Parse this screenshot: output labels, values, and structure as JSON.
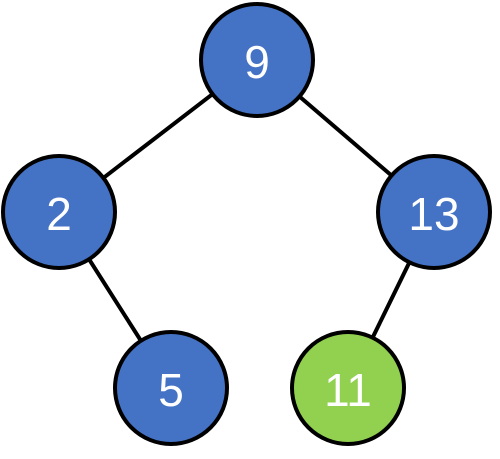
{
  "colors": {
    "default_node": "#4472C4",
    "highlight_node": "#92D050",
    "edge": "#000000",
    "label": "#FFFFFF"
  },
  "tree": {
    "nodes": [
      {
        "id": "n9",
        "label": "9",
        "color": "#4472C4",
        "highlighted": false
      },
      {
        "id": "n2",
        "label": "2",
        "color": "#4472C4",
        "highlighted": false
      },
      {
        "id": "n13",
        "label": "13",
        "color": "#4472C4",
        "highlighted": false
      },
      {
        "id": "n5",
        "label": "5",
        "color": "#4472C4",
        "highlighted": false
      },
      {
        "id": "n11",
        "label": "11",
        "color": "#92D050",
        "highlighted": true
      }
    ],
    "edges": [
      {
        "from": "n9",
        "to": "n2"
      },
      {
        "from": "n9",
        "to": "n13"
      },
      {
        "from": "n2",
        "to": "n5"
      },
      {
        "from": "n13",
        "to": "n11"
      }
    ]
  }
}
